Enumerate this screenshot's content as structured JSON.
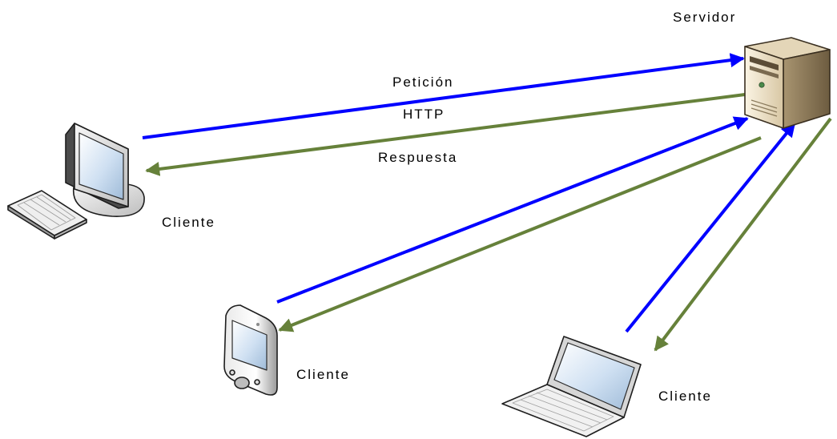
{
  "labels": {
    "server": "Servidor",
    "request": "Petición",
    "protocol": "HTTP",
    "response": "Respuesta",
    "client_desktop": "Cliente",
    "client_pda": "Cliente",
    "client_laptop": "Cliente"
  },
  "colors": {
    "request_arrow": "#0000ff",
    "response_arrow": "#66813a"
  },
  "icons": {
    "server": "server-tower-icon",
    "desktop": "desktop-computer-icon",
    "pda": "pda-handheld-icon",
    "laptop": "laptop-icon"
  }
}
